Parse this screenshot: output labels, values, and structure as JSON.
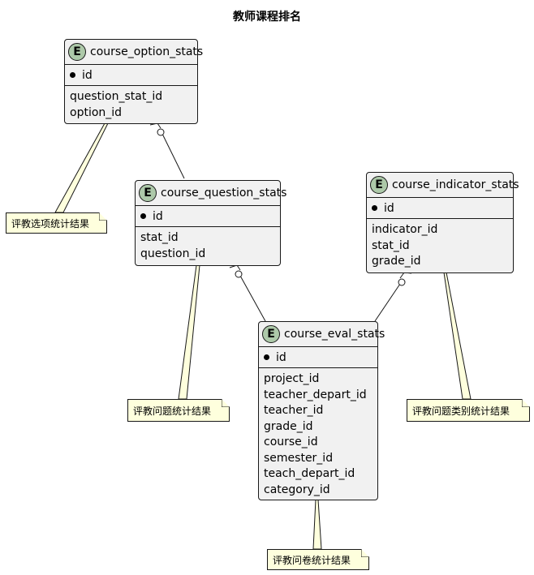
{
  "title": "教师课程排名",
  "badge_letter": "E",
  "pk_field": "id",
  "entities": {
    "course_option_stats": {
      "name": "course_option_stats",
      "fields": [
        "question_stat_id",
        "option_id"
      ]
    },
    "course_question_stats": {
      "name": "course_question_stats",
      "fields": [
        "stat_id",
        "question_id"
      ]
    },
    "course_indicator_stats": {
      "name": "course_indicator_stats",
      "fields": [
        "indicator_id",
        "stat_id",
        "grade_id"
      ]
    },
    "course_eval_stats": {
      "name": "course_eval_stats",
      "fields": [
        "project_id",
        "teacher_depart_id",
        "teacher_id",
        "grade_id",
        "course_id",
        "semester_id",
        "teach_depart_id",
        "category_id"
      ]
    }
  },
  "notes": {
    "option": "评教选项统计结果",
    "question": "评教问题统计结果",
    "indicator": "评教问题类别统计结果",
    "eval": "评教问卷统计结果"
  },
  "colors": {
    "entity_bg": "#f1f1f1",
    "badge": "#adc9a9",
    "note_bg": "#feffdd",
    "border": "#181818"
  }
}
